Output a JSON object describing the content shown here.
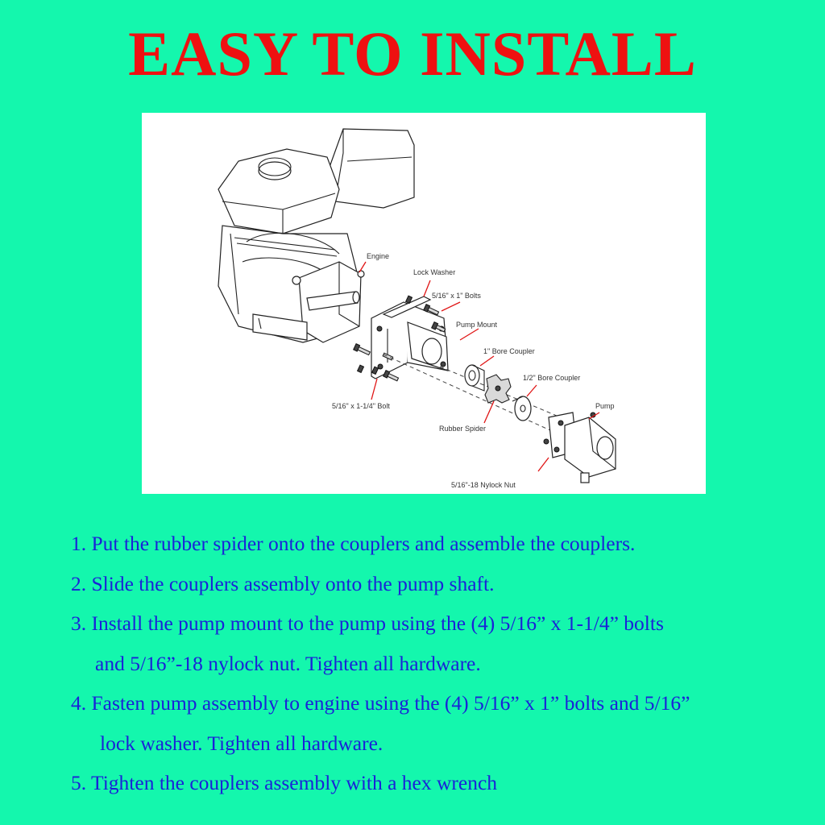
{
  "title": "EASY TO INSTALL",
  "colors": {
    "background": "#14f7ad",
    "title": "#ee1111",
    "steps_text": "#1a22d8",
    "callout_arrows": "#e01515"
  },
  "diagram": {
    "labels": {
      "engine": "Engine",
      "lock_washer": "Lock Washer",
      "bolts_1in": "5/16\" x 1\" Bolts",
      "pump_mount": "Pump Mount",
      "bore_coupler_1in": "1\" Bore Coupler",
      "bore_coupler_half": "1/2\" Bore Coupler",
      "pump": "Pump",
      "bolt_1_1_4": "5/16\" x 1-1/4\" Bolt",
      "rubber_spider": "Rubber Spider",
      "nylock_nut": "5/16\"-18 Nylock Nut"
    }
  },
  "steps": [
    {
      "line1": "1. Put the rubber spider onto the couplers and assemble the couplers."
    },
    {
      "line1": "2. Slide the couplers assembly onto the pump shaft."
    },
    {
      "line1": "3. Install the pump mount to the pump using the (4) 5/16” x 1-1/4” bolts",
      "line2": "and 5/16”-18 nylock nut. Tighten all hardware."
    },
    {
      "line1": "4. Fasten pump assembly to engine using the (4) 5/16” x 1” bolts and 5/16”",
      "line2": "lock washer. Tighten all hardware."
    },
    {
      "line1": "5. Tighten the couplers assembly with a hex wrench"
    }
  ]
}
